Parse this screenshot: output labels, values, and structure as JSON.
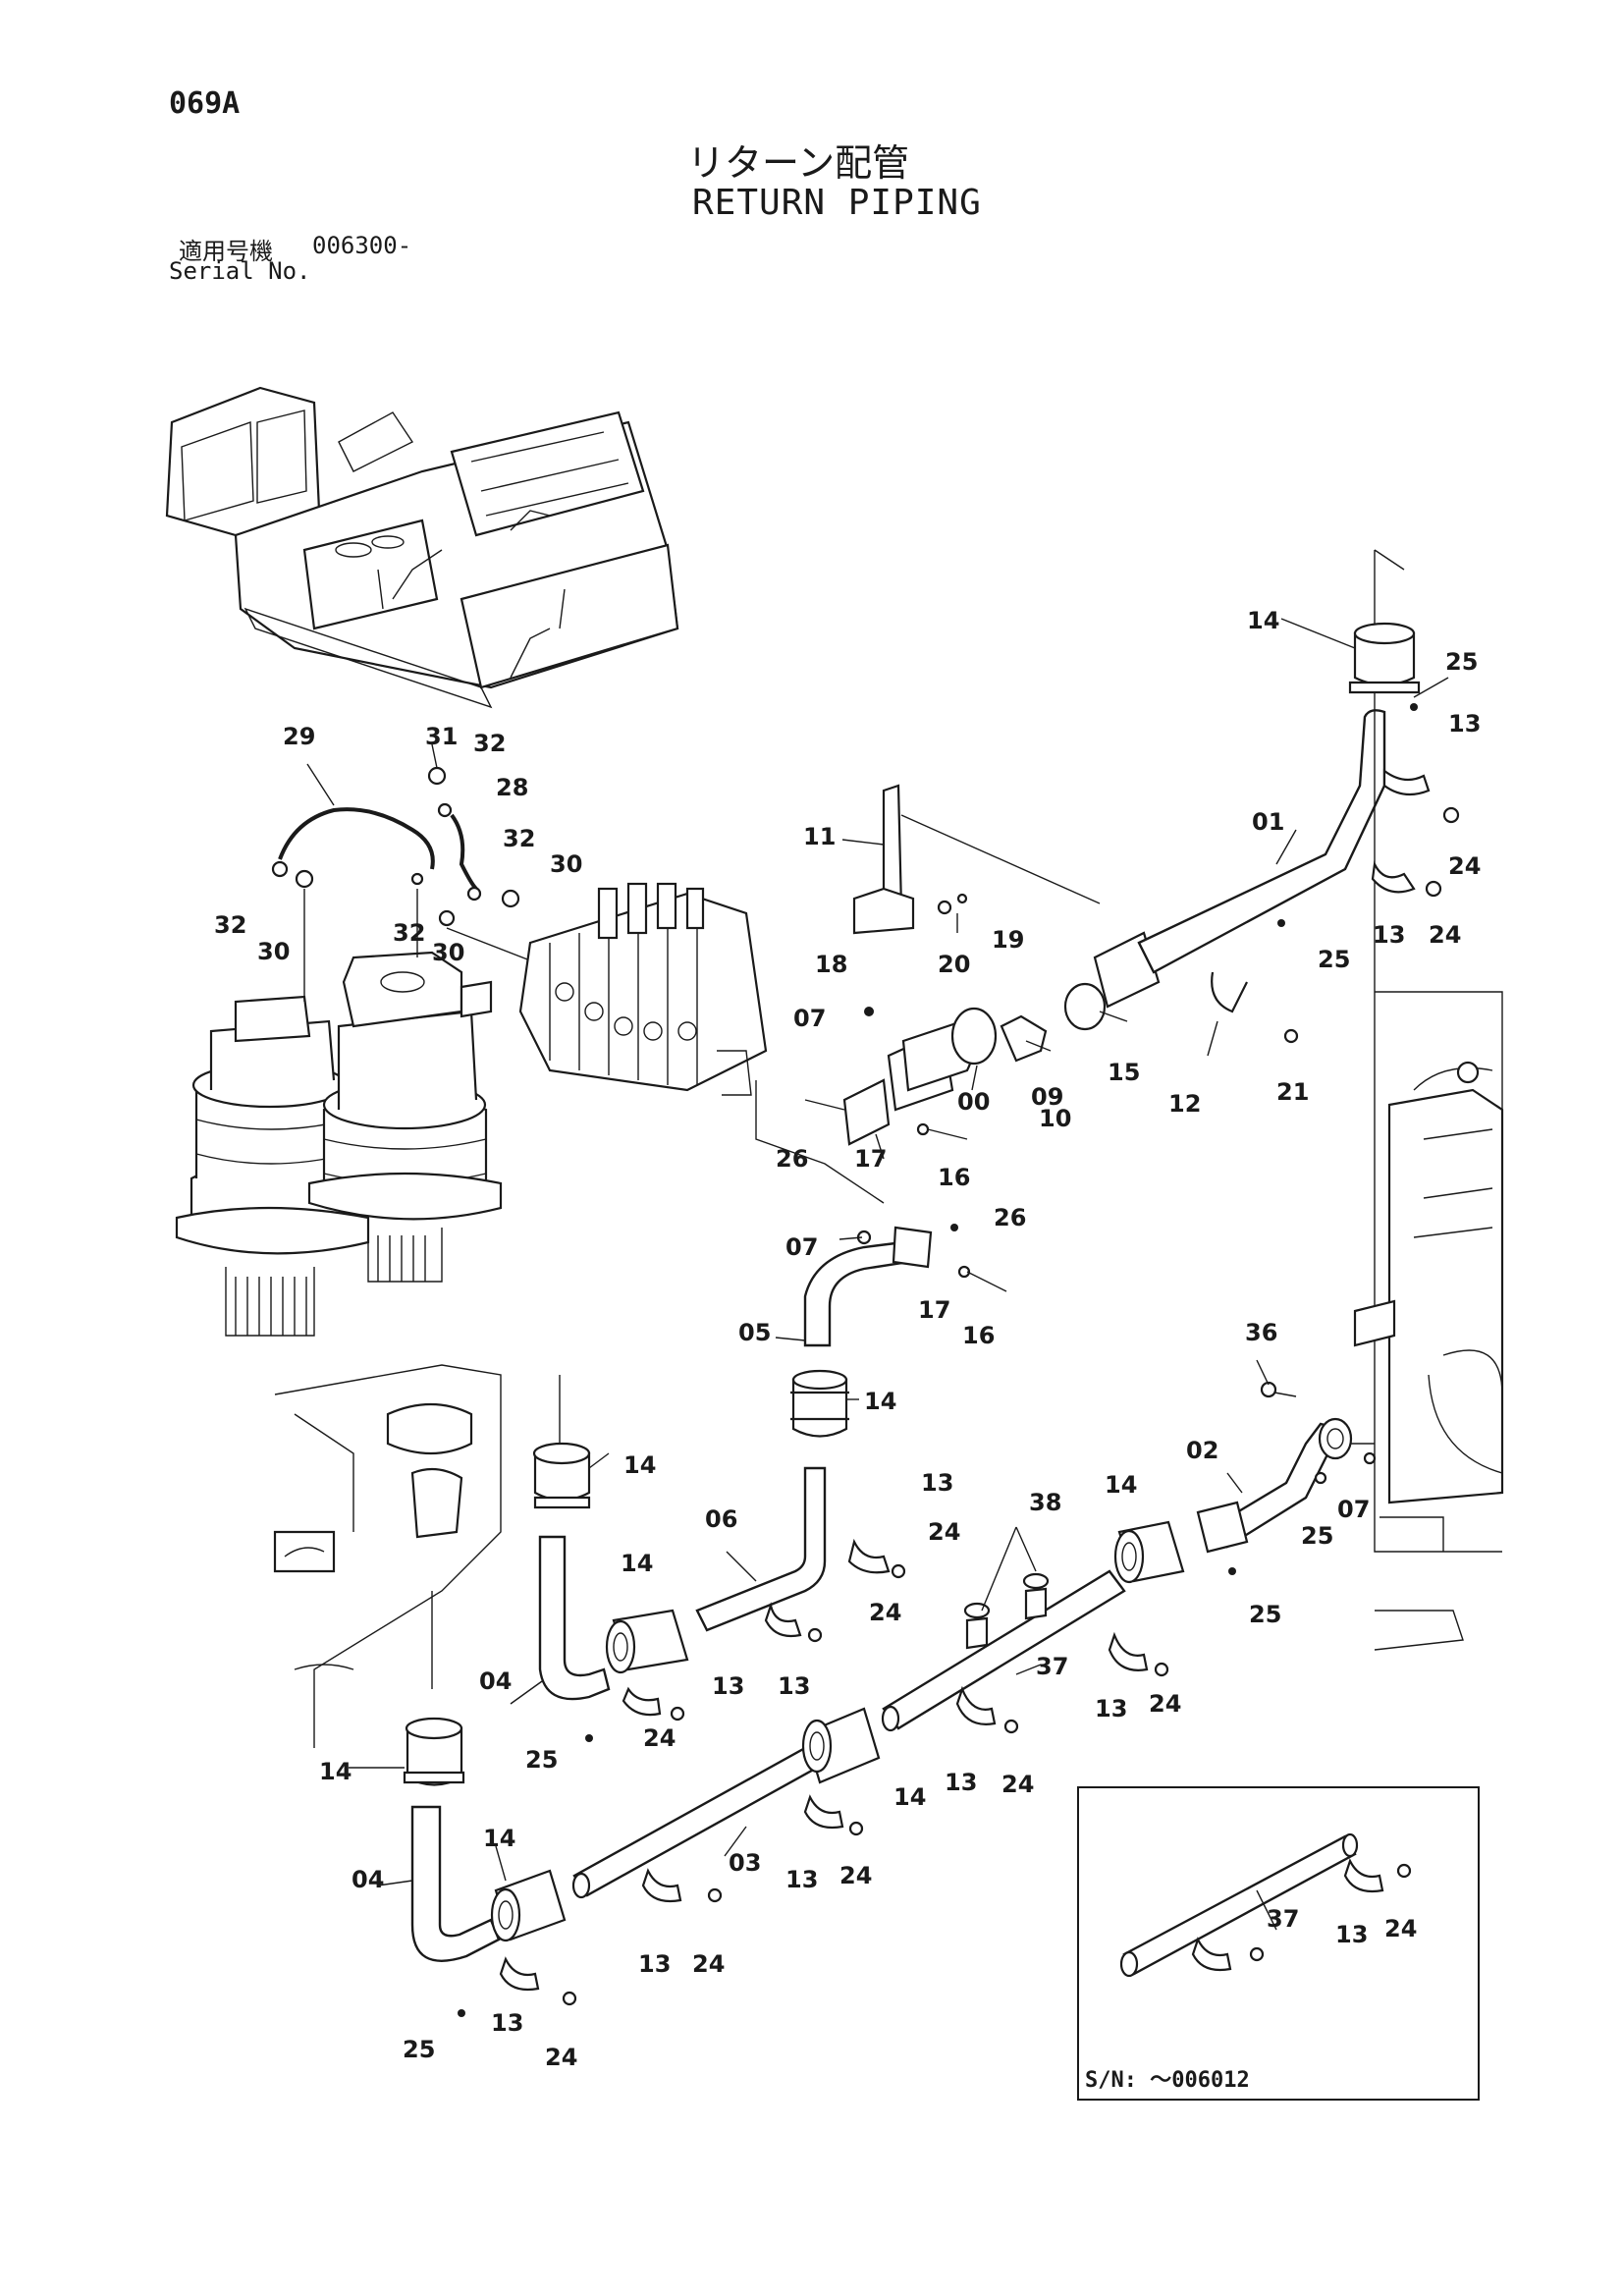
{
  "header": {
    "page_code": "069A",
    "title_jp": "リターン配管",
    "title_en": "RETURN PIPING",
    "serial_label_jp": "適用号機",
    "serial_label_en": "Serial No.",
    "serial_range": "006300-"
  },
  "inset": {
    "note": "S/N: ～006012"
  },
  "callouts": [
    "14",
    "25",
    "13",
    "24",
    "01",
    "13",
    "24",
    "25",
    "11",
    "19",
    "20",
    "18",
    "07",
    "15",
    "09",
    "10",
    "00",
    "12",
    "21",
    "26",
    "17",
    "16",
    "29",
    "31",
    "32",
    "28",
    "32",
    "30",
    "32",
    "30",
    "32",
    "30",
    "07",
    "26",
    "05",
    "17",
    "16",
    "14",
    "36",
    "02",
    "07",
    "25",
    "25",
    "14",
    "14",
    "14",
    "13",
    "24",
    "06",
    "38",
    "24",
    "13",
    "04",
    "13",
    "24",
    "37",
    "13",
    "24",
    "25",
    "14",
    "14",
    "13",
    "24",
    "03",
    "13",
    "24",
    "04",
    "14",
    "13",
    "24",
    "25",
    "13",
    "24",
    "37",
    "13",
    "24"
  ]
}
